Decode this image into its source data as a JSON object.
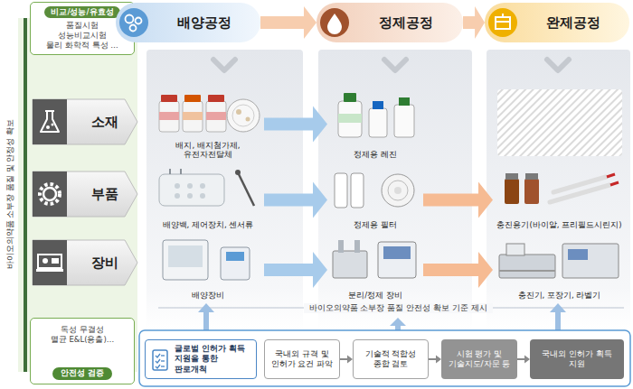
{
  "diagram": {
    "nodes": [
      {
        "text": [
          "비교/성능/유효성",
          "품질시험",
          "성능비교시험",
          "물리 화학적 특성 …"
        ]
      },
      {
        "text": [
          "배양공정"
        ]
      },
      {
        "text": [
          "정제공정"
        ]
      },
      {
        "text": [
          "완제공정"
        ]
      },
      {
        "text": [
          "소재"
        ]
      },
      {
        "text": [
          "배지, 배지첨가제, 유전자전달체"
        ]
      },
      {
        "text": [
          "정제용 레진"
        ]
      },
      {
        "text": [
          "부품"
        ]
      },
      {
        "text": [
          "배양백, 제어장치, 센서류"
        ]
      },
      {
        "text": [
          "정제용 필터"
        ]
      },
      {
        "text": [
          "충진용기(바이알, 프리필드시린지)"
        ]
      },
      {
        "text": [
          "장비"
        ]
      },
      {
        "text": [
          "배양장비"
        ]
      },
      {
        "text": [
          "분리/정제 장비"
        ]
      },
      {
        "text": [
          "충진기, 포장기, 라벨기"
        ]
      },
      {
        "text": [
          "독성 무결성",
          "멸균 E&L(용출)…",
          "안전성 검증"
        ]
      },
      {
        "text": [
          "글로벌 인허가 획득 지원을 통한 판로개척"
        ]
      },
      {
        "text": [
          "국내외 규격 및 인허가 요건 파악"
        ]
      },
      {
        "text": [
          "기술적 적합성 종합 검토"
        ]
      },
      {
        "text": [
          "시험 평가 및 기술지도/자문 등"
        ]
      },
      {
        "text": [
          "국내외 인허가 획득 지원"
        ]
      }
    ],
    "edges": [
      {
        "from": 1,
        "to": 2,
        "arrow": "to"
      },
      {
        "from": 2,
        "to": 3,
        "arrow": "to"
      },
      {
        "from": 5,
        "to": 6,
        "arrow": "to"
      },
      {
        "from": 8,
        "to": 9,
        "arrow": "to"
      },
      {
        "from": 9,
        "to": 10,
        "arrow": "to"
      },
      {
        "from": 12,
        "to": 13,
        "arrow": "to"
      },
      {
        "from": 13,
        "to": 14,
        "arrow": "to"
      },
      {
        "from": 17,
        "to": 18,
        "arrow": "to"
      },
      {
        "from": 18,
        "to": 19,
        "arrow": "to"
      },
      {
        "from": 19,
        "to": 20,
        "arrow": "to"
      }
    ],
    "labels": [
      "바이오의약품 소부장 품질 및 안정성 확보",
      "바이오의약품 소부장 품질 안전성 확보 기준 제시"
    ]
  }
}
